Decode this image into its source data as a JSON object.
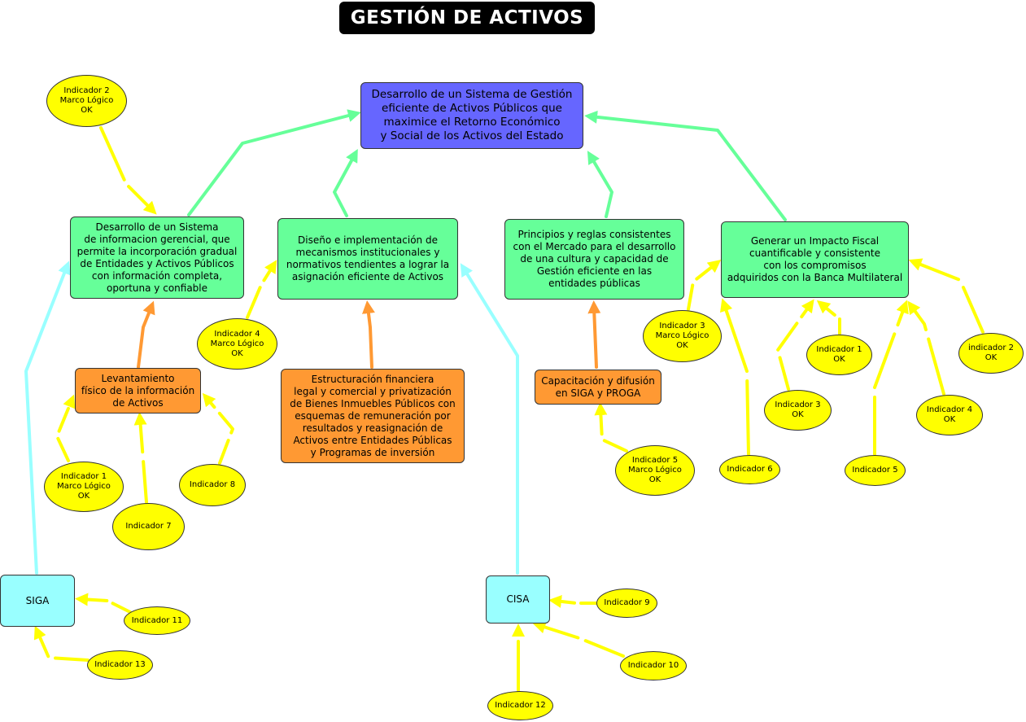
{
  "title": "GESTIÓN DE ACTIVOS",
  "colors": {
    "goal": "#6666ff",
    "objective": "#66ff99",
    "action": "#ff9933",
    "system": "#99ffff",
    "indicator": "#ffff00",
    "arrow_green": "#66ff99",
    "arrow_orange": "#ff9933",
    "arrow_cyan": "#99ffff",
    "arrow_yellow": "#ffff00"
  },
  "nodes": {
    "goal": "Desarrollo de un Sistema de Gestión\neficiente de Activos Públicos que\nmaximice el Retorno Económico\ny Social de los Activos del Estado",
    "obj1": "Desarrollo de un Sistema\nde informacion gerencial, que\npermite la incorporación gradual\nde Entidades y Activos Públicos\ncon información completa,\noportuna y confiable",
    "obj2": "Diseño e implementación de\nmecanismos institucionales y\nnormativos tendientes a lograr la\nasignación eficiente de Activos",
    "obj3": "Principios y reglas consistentes\ncon el Mercado para el desarrollo\nde una cultura y capacidad de\nGestión eficiente en las\nentidades públicas",
    "obj4": "Generar un Impacto Fiscal\ncuantificable y consistente\ncon los compromisos\nadquiridos con la Banca Multilateral",
    "act1": "Levantamiento\nfísico de la información\nde Activos",
    "act2": "Estructuración financiera\nlegal y comercial y privatización\nde Bienes Inmuebles Públicos con\nesquemas de remuneración por\nresultados y reasignación de\nActivos entre Entidades Públicas\ny Programas de inversión",
    "act3": "Capacitación y difusión\nen SIGA y PROGA",
    "siga": "SIGA",
    "cisa": "CISA"
  },
  "indicators": {
    "i2_top": "Indicador 2\nMarco Lógico\nOK",
    "i4_ml": "Indicador 4\nMarco Lógico\nOK",
    "i1_ml": "Indicador 1\nMarco Lógico\nOK",
    "i7": "Indicador 7",
    "i8": "Indicador 8",
    "i5_ml": "Indicador 5\nMarco Lógico\nOK",
    "i3_ml": "Indicador 3\nMarco Lógico\nOK",
    "i1_ok": "Indicador 1\nOK",
    "i3_ok": "Indicador 3\nOK",
    "i2_ok": "indicador 2\nOK",
    "i4_ok": "Indicador 4\nOK",
    "i6": "Indicador 6",
    "i5": "Indicador 5",
    "i11": "Indicador 11",
    "i13": "Indicador 13",
    "i9": "Indicador 9",
    "i10": "Indicador 10",
    "i12": "Indicador 12"
  }
}
